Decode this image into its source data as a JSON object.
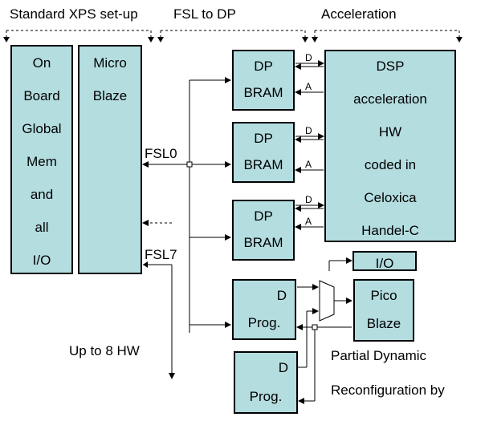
{
  "headers": {
    "standard_xps": "Standard XPS set-up",
    "fsl_to_dp": "FSL to DP",
    "acceleration": "Acceleration"
  },
  "onboard_mem": {
    "lines": [
      "On",
      "Board",
      "Global",
      "Mem",
      "and",
      "all",
      "I/O"
    ]
  },
  "microblaze": {
    "lines": [
      "Micro",
      "Blaze"
    ]
  },
  "fsl_labels": {
    "fsl0": "FSL0",
    "fsl7": "FSL7"
  },
  "dp_brams": [
    {
      "line1": "DP",
      "line2": "BRAM",
      "d": "D",
      "a": "A"
    },
    {
      "line1": "DP",
      "line2": "BRAM",
      "d": "D",
      "a": "A"
    },
    {
      "line1": "DP",
      "line2": "BRAM",
      "d": "D",
      "a": "A"
    }
  ],
  "dsp": {
    "lines": [
      "DSP",
      "acceleration",
      "HW",
      "coded in",
      "Celoxica",
      "Handel-C"
    ]
  },
  "io_box": {
    "label": "I/O"
  },
  "picoblaze": {
    "line1": "Pico",
    "line2": "Blaze"
  },
  "dprog": [
    {
      "line1": "D",
      "line2": "Prog."
    },
    {
      "line1": "D",
      "line2": "Prog."
    }
  ],
  "notes": {
    "up_to": "Up to 8 HW",
    "partial": "Partial Dynamic",
    "reconfig": "Reconfiguration by"
  },
  "colors": {
    "block_fill": "#b4dde0",
    "line": "#000000"
  }
}
